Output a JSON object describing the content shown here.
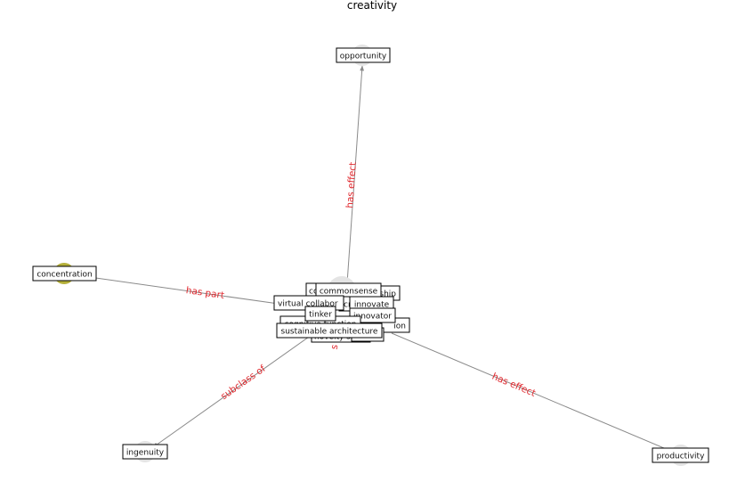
{
  "title": "creativity",
  "colors": {
    "edge": "#8a8a8a",
    "edge_label": "#e0282e",
    "node_default": "#e4e4e4",
    "node_highlight": "#b5b03a"
  },
  "nodes": {
    "opportunity": "opportunity",
    "concentration": "concentration",
    "ingenuity": "ingenuity",
    "productivity": "productivity",
    "commonsense": "commonsense",
    "commonsense_hidden": "co",
    "ship": "ship",
    "virtual_collaboration": "virtual collabor",
    "cr": "cr",
    "innovate": "innovate",
    "tinker": "tinker",
    "innovator": "innovator",
    "cognitive_function": "cognitive function",
    "ion": "ion",
    "sustainable_architecture": "sustainable architecture",
    "novelty_seek": "novelty seek"
  },
  "edges": {
    "has_effect_opportunity": "has effect",
    "has_part": "has part",
    "subclass_of": "subclass of",
    "has_effect_productivity": "has effect",
    "hidden_s": "s"
  }
}
